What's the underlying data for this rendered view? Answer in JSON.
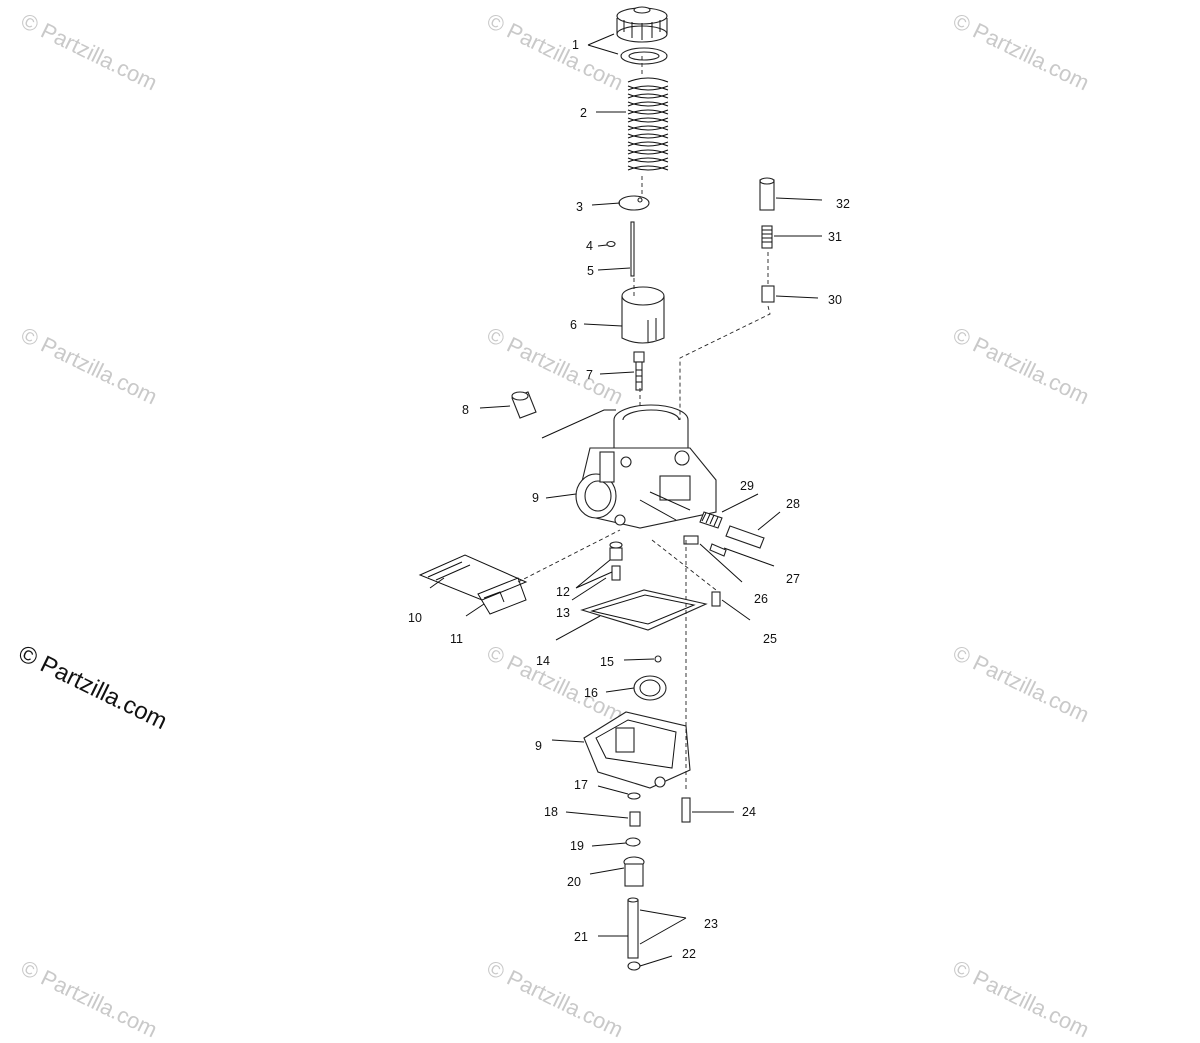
{
  "watermark": {
    "text": "© Partzilla.com"
  },
  "brand": {
    "text": "© Partzilla.com"
  },
  "callouts": [
    "1",
    "2",
    "3",
    "4",
    "5",
    "6",
    "7",
    "8",
    "9",
    "9",
    "10",
    "11",
    "12",
    "13",
    "14",
    "15",
    "16",
    "17",
    "18",
    "19",
    "20",
    "21",
    "22",
    "23",
    "24",
    "25",
    "26",
    "27",
    "28",
    "29",
    "30",
    "31",
    "32"
  ]
}
